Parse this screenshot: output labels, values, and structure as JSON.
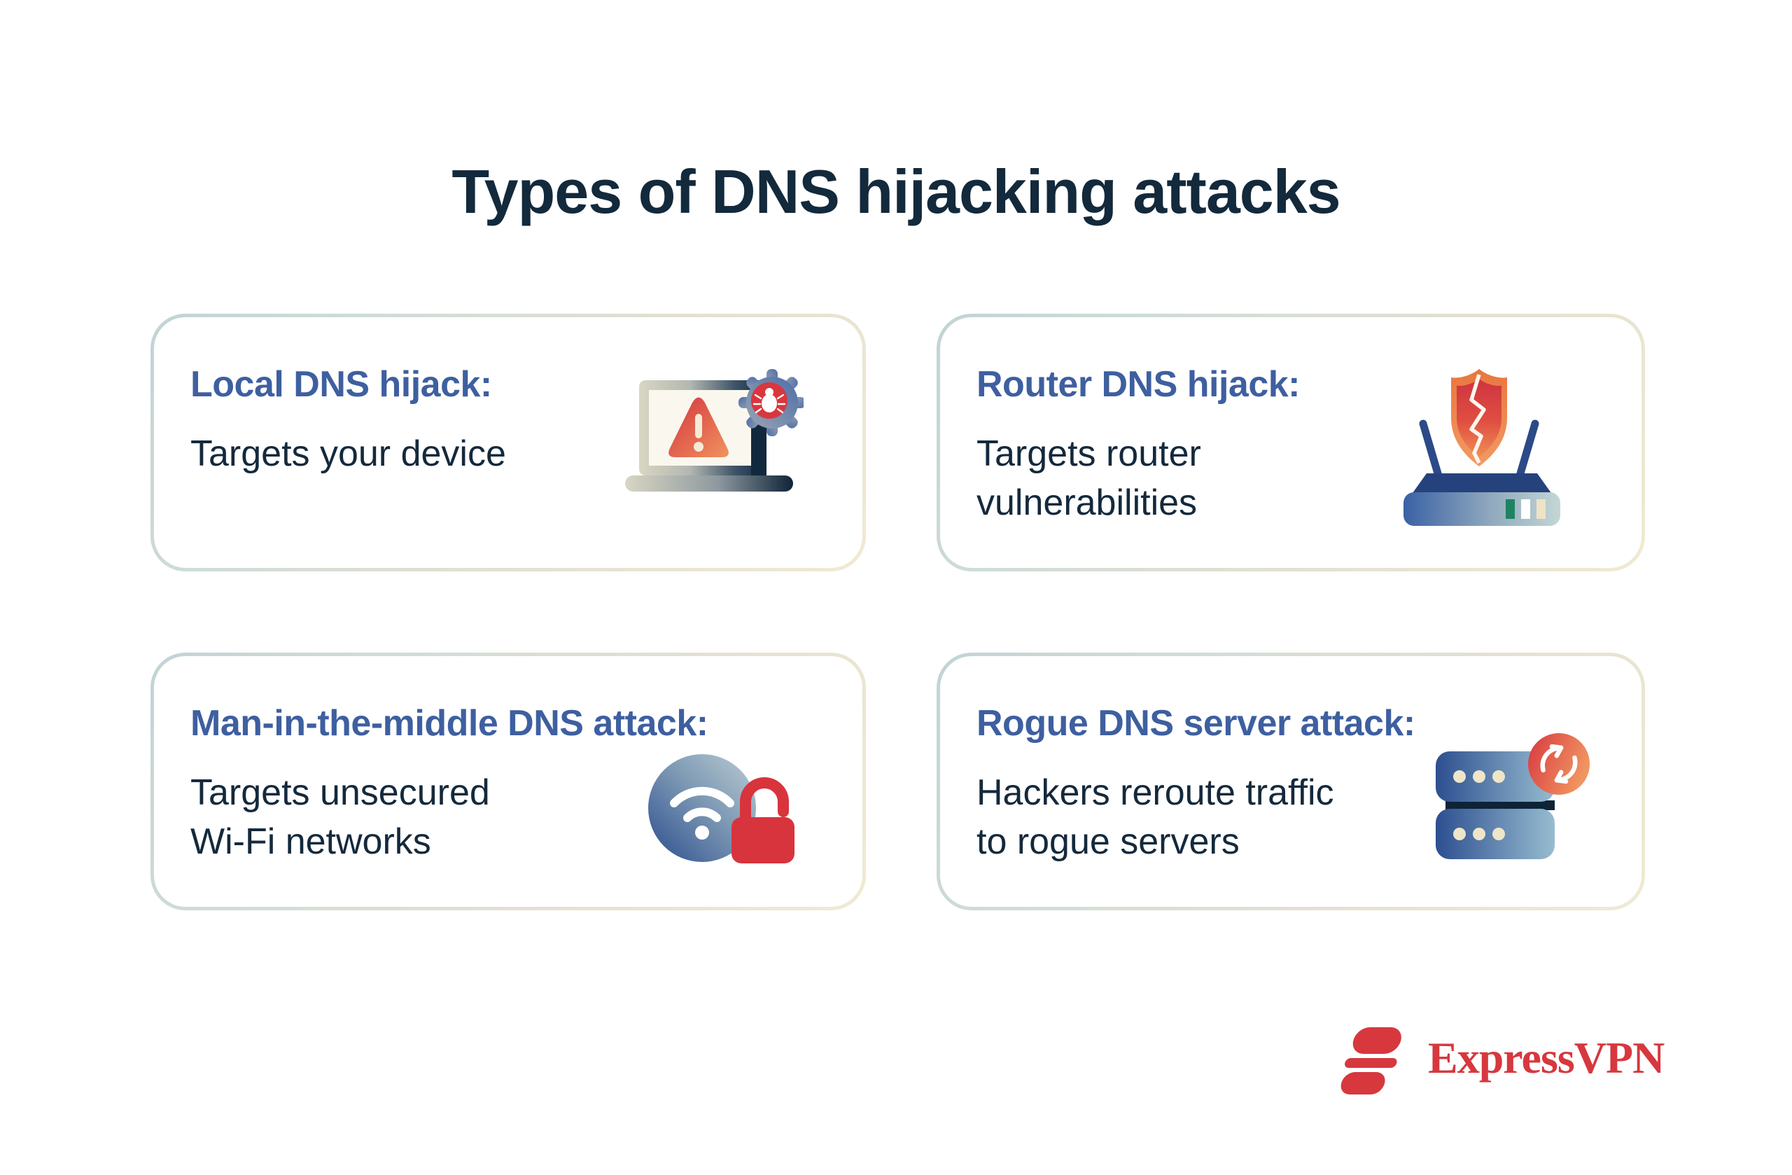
{
  "title": "Types of DNS hijacking attacks",
  "cards": [
    {
      "heading": "Local DNS hijack:",
      "description": "Targets your device",
      "icon": "laptop-malware-warning-icon"
    },
    {
      "heading": "Router DNS hijack:",
      "description": "Targets router\nvulnerabilities",
      "icon": "router-cracked-shield-icon"
    },
    {
      "heading": "Man-in-the-middle DNS attack:",
      "description": "Targets unsecured\nWi-Fi networks",
      "icon": "wifi-open-padlock-icon"
    },
    {
      "heading": "Rogue DNS server attack:",
      "description": "Hackers reroute traffic\nto rogue servers",
      "icon": "server-reroute-icon"
    }
  ],
  "footer": {
    "brand": "ExpressVPN"
  },
  "colors": {
    "title_navy": "#13293c",
    "heading_blue": "#3e5fa0",
    "text_navy": "#14293c",
    "card_border_start": "#c2d3d6",
    "card_border_end": "#f0ead2",
    "alert_red": "#d8373e",
    "alert_orange": "#f09560",
    "icon_blue": "#2d4f90",
    "light_green": "#1d8363",
    "cream": "#efe5c8",
    "brand_red": "#d6383e"
  }
}
